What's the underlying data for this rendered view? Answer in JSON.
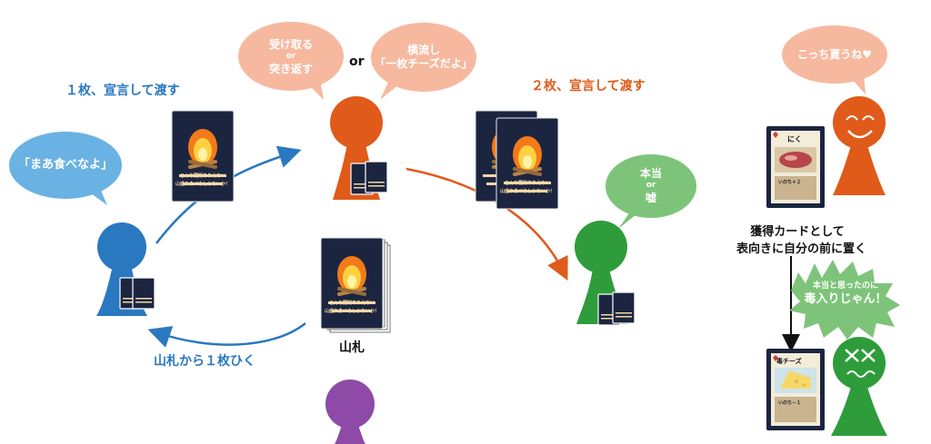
{
  "labels": {
    "pass_declare_1": "１枚、宣言して渡す",
    "pass_declare_2": "２枚、宣言して渡す",
    "draw_from_deck": "山札から１枚ひく",
    "deck": "山札",
    "or_middle": "or",
    "acquire_line1": "獲得カードとして",
    "acquire_line2": "表向きに自分の前に置く"
  },
  "bubbles": {
    "blue_speech": "「まあ食べなよ」",
    "receive_line1": "受け取る",
    "receive_or": "or",
    "receive_line2": "突き返す",
    "sidepass_line1": "横流し",
    "sidepass_line2": "「一枚チーズだよ」",
    "truth_line1": "本当",
    "truth_or": "or",
    "truth_line2": "嘘",
    "take_this": "こっち貰うね♥",
    "poison_line1": "本当と思ったのに",
    "poison_line2": "毒入りじゃん！"
  },
  "cards": {
    "title_line1": "こんな闇鍋ありえない",
    "title_line2": "山盛り食べるしかないか！",
    "meat_name": "にく",
    "meat_score": "いのち＋２",
    "cheese_name": "毒チーズ",
    "cheese_score": "いのち－１"
  },
  "colors": {
    "blue": "#2a78bf",
    "orange": "#e05a1a",
    "green": "#2e9c3a",
    "purple": "#8e4aa6",
    "bubble_peach": "#f6b9a0",
    "bubble_blue": "#69b2e3",
    "bubble_green": "#7dc47a",
    "card_navy": "#1c2540"
  }
}
